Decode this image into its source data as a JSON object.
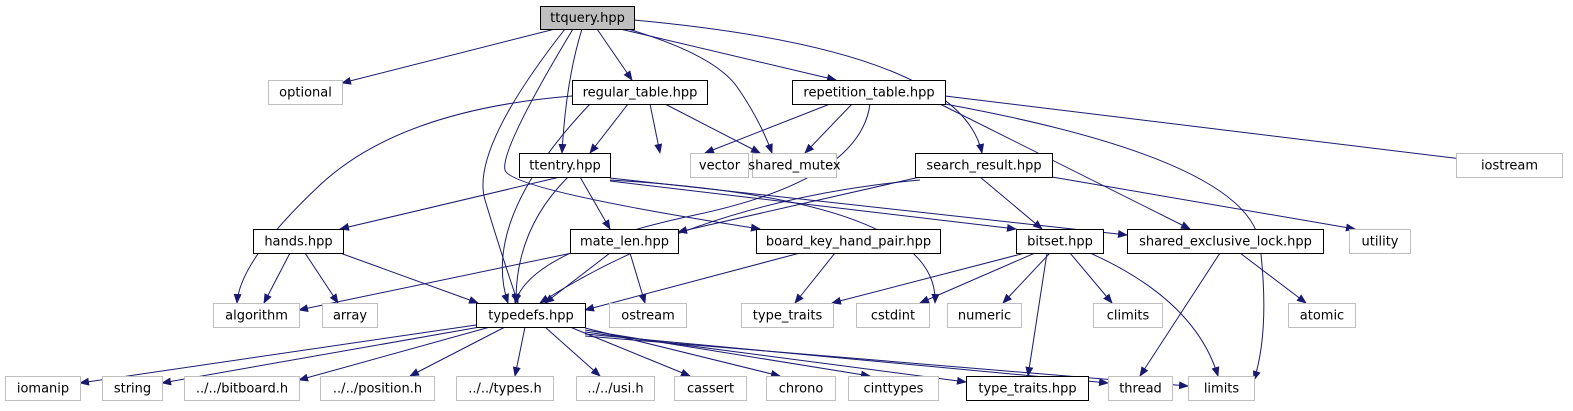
{
  "diagram": {
    "type": "include-dependency-graph",
    "colors": {
      "edge": "#191970",
      "root_fill": "#bfbfbf",
      "documented_border": "#000000",
      "external_border": "#bfbfbf",
      "text": "#000000"
    },
    "nodes": [
      {
        "id": "ttquery",
        "label": "ttquery.hpp",
        "kind": "root"
      },
      {
        "id": "optional",
        "label": "optional",
        "kind": "external"
      },
      {
        "id": "regular_table",
        "label": "regular_table.hpp",
        "kind": "documented"
      },
      {
        "id": "repetition_table",
        "label": "repetition_table.hpp",
        "kind": "documented"
      },
      {
        "id": "vector",
        "label": "vector",
        "kind": "external"
      },
      {
        "id": "shared_mutex",
        "label": "shared_mutex",
        "kind": "external"
      },
      {
        "id": "iostream",
        "label": "iostream",
        "kind": "external"
      },
      {
        "id": "ttentry",
        "label": "ttentry.hpp",
        "kind": "documented"
      },
      {
        "id": "search_result",
        "label": "search_result.hpp",
        "kind": "documented"
      },
      {
        "id": "hands",
        "label": "hands.hpp",
        "kind": "documented"
      },
      {
        "id": "mate_len",
        "label": "mate_len.hpp",
        "kind": "documented"
      },
      {
        "id": "board_key_hand_pair",
        "label": "board_key_hand_pair.hpp",
        "kind": "documented"
      },
      {
        "id": "bitset",
        "label": "bitset.hpp",
        "kind": "documented"
      },
      {
        "id": "shared_exclusive_lock",
        "label": "shared_exclusive_lock.hpp",
        "kind": "documented"
      },
      {
        "id": "utility",
        "label": "utility",
        "kind": "external"
      },
      {
        "id": "algorithm",
        "label": "algorithm",
        "kind": "external"
      },
      {
        "id": "array",
        "label": "array",
        "kind": "external"
      },
      {
        "id": "typedefs",
        "label": "typedefs.hpp",
        "kind": "documented"
      },
      {
        "id": "ostream",
        "label": "ostream",
        "kind": "external"
      },
      {
        "id": "type_traits",
        "label": "type_traits",
        "kind": "external"
      },
      {
        "id": "cstdint",
        "label": "cstdint",
        "kind": "external"
      },
      {
        "id": "numeric",
        "label": "numeric",
        "kind": "external"
      },
      {
        "id": "climits",
        "label": "climits",
        "kind": "external"
      },
      {
        "id": "atomic",
        "label": "atomic",
        "kind": "external"
      },
      {
        "id": "iomanip",
        "label": "iomanip",
        "kind": "external"
      },
      {
        "id": "string",
        "label": "string",
        "kind": "external"
      },
      {
        "id": "bitboard_h",
        "label": "../../bitboard.h",
        "kind": "external"
      },
      {
        "id": "position_h",
        "label": "../../position.h",
        "kind": "external"
      },
      {
        "id": "types_h",
        "label": "../../types.h",
        "kind": "external"
      },
      {
        "id": "usi_h",
        "label": "../../usi.h",
        "kind": "external"
      },
      {
        "id": "cassert",
        "label": "cassert",
        "kind": "external"
      },
      {
        "id": "chrono",
        "label": "chrono",
        "kind": "external"
      },
      {
        "id": "cinttypes",
        "label": "cinttypes",
        "kind": "external"
      },
      {
        "id": "type_traits_hpp",
        "label": "type_traits.hpp",
        "kind": "documented"
      },
      {
        "id": "thread",
        "label": "thread",
        "kind": "external"
      },
      {
        "id": "limits",
        "label": "limits",
        "kind": "external"
      }
    ],
    "edges": [
      [
        "ttquery",
        "optional"
      ],
      [
        "ttquery",
        "regular_table"
      ],
      [
        "ttquery",
        "repetition_table"
      ],
      [
        "ttquery",
        "shared_mutex"
      ],
      [
        "ttquery",
        "ttentry"
      ],
      [
        "ttquery",
        "search_result"
      ],
      [
        "ttquery",
        "typedefs"
      ],
      [
        "ttquery",
        "board_key_hand_pair"
      ],
      [
        "regular_table",
        "algorithm"
      ],
      [
        "regular_table",
        "vector"
      ],
      [
        "regular_table",
        "shared_mutex"
      ],
      [
        "regular_table",
        "ttentry"
      ],
      [
        "regular_table",
        "typedefs"
      ],
      [
        "repetition_table",
        "vector"
      ],
      [
        "repetition_table",
        "shared_mutex"
      ],
      [
        "repetition_table",
        "iostream"
      ],
      [
        "repetition_table",
        "shared_exclusive_lock"
      ],
      [
        "repetition_table",
        "limits"
      ],
      [
        "repetition_table",
        "typedefs"
      ],
      [
        "ttentry",
        "hands"
      ],
      [
        "ttentry",
        "mate_len"
      ],
      [
        "ttentry",
        "typedefs"
      ],
      [
        "ttentry",
        "bitset"
      ],
      [
        "ttentry",
        "shared_exclusive_lock"
      ],
      [
        "ttentry",
        "cstdint"
      ],
      [
        "search_result",
        "mate_len"
      ],
      [
        "search_result",
        "bitset"
      ],
      [
        "search_result",
        "utility"
      ],
      [
        "search_result",
        "typedefs"
      ],
      [
        "hands",
        "algorithm"
      ],
      [
        "hands",
        "array"
      ],
      [
        "hands",
        "typedefs"
      ],
      [
        "mate_len",
        "algorithm"
      ],
      [
        "mate_len",
        "typedefs"
      ],
      [
        "mate_len",
        "ostream"
      ],
      [
        "board_key_hand_pair",
        "typedefs"
      ],
      [
        "board_key_hand_pair",
        "type_traits"
      ],
      [
        "bitset",
        "type_traits"
      ],
      [
        "bitset",
        "cstdint"
      ],
      [
        "bitset",
        "numeric"
      ],
      [
        "bitset",
        "climits"
      ],
      [
        "bitset",
        "limits"
      ],
      [
        "bitset",
        "type_traits_hpp"
      ],
      [
        "shared_exclusive_lock",
        "atomic"
      ],
      [
        "shared_exclusive_lock",
        "thread"
      ],
      [
        "typedefs",
        "iomanip"
      ],
      [
        "typedefs",
        "string"
      ],
      [
        "typedefs",
        "bitboard_h"
      ],
      [
        "typedefs",
        "position_h"
      ],
      [
        "typedefs",
        "types_h"
      ],
      [
        "typedefs",
        "usi_h"
      ],
      [
        "typedefs",
        "cassert"
      ],
      [
        "typedefs",
        "chrono"
      ],
      [
        "typedefs",
        "cinttypes"
      ],
      [
        "typedefs",
        "type_traits_hpp"
      ],
      [
        "typedefs",
        "thread"
      ],
      [
        "typedefs",
        "limits"
      ]
    ]
  }
}
